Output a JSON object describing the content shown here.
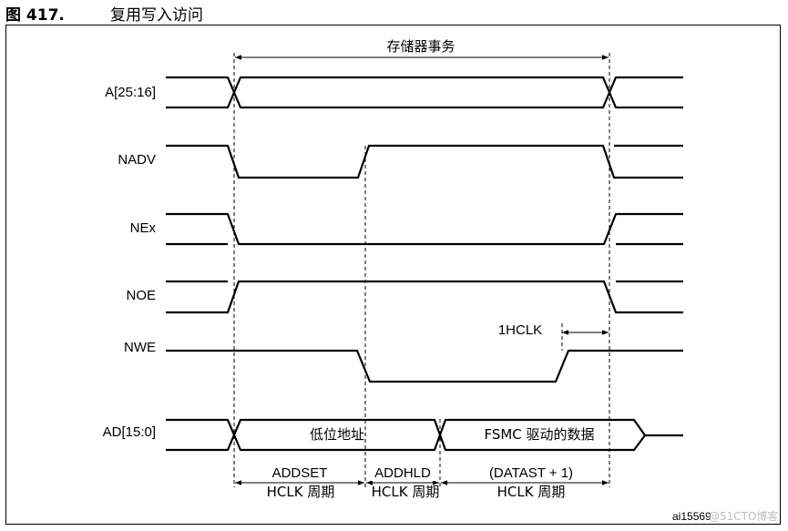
{
  "figure": {
    "label": "图 417.",
    "title": "复用写入访问"
  },
  "transaction_label": "存储器事务",
  "signals": [
    {
      "name": "A[25:16]"
    },
    {
      "name": "NADV"
    },
    {
      "name": "NEx"
    },
    {
      "name": "NOE"
    },
    {
      "name": "NWE"
    },
    {
      "name": "AD[15:0]"
    }
  ],
  "bus_segments": {
    "low_address": "低位地址",
    "fsmc_data": "FSMC 驱动的数据"
  },
  "timing": {
    "hclk_marker": "1HCLK",
    "phases": [
      {
        "top": "ADDSET",
        "bottom": "HCLK 周期"
      },
      {
        "top": "ADDHLD",
        "bottom": "HCLK 周期"
      },
      {
        "top": "(DATAST + 1)",
        "bottom": "HCLK 周期"
      }
    ]
  },
  "figure_code": "ai15569",
  "watermark": "@51CTO博客"
}
